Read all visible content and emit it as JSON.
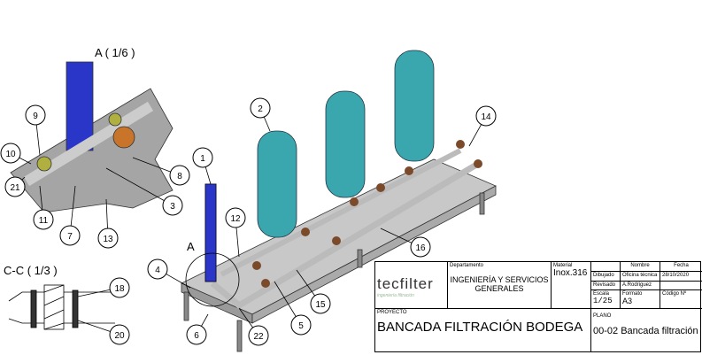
{
  "detail_a": {
    "title": "A ( 1/6 )",
    "balloons": [
      "9",
      "10",
      "8",
      "3",
      "13",
      "7",
      "11",
      "21"
    ]
  },
  "section_cc": {
    "title": "C-C ( 1/3 )",
    "balloons": [
      "18",
      "20"
    ]
  },
  "main_view": {
    "detail_marker": "A",
    "balloons": [
      "1",
      "2",
      "14",
      "12",
      "16",
      "15",
      "5",
      "22",
      "6",
      "4"
    ]
  },
  "colors": {
    "tanks": "#3aa6ad",
    "column": "#2a36c8",
    "frame": "#b8b8b8",
    "valves": "#7a4a2a"
  },
  "title_block": {
    "logo": "tecfilter",
    "logo_tagline": "ingeniería filtración",
    "departamento_label": "Departamento",
    "departamento": "INGENIERÍA Y SERVICIOS GENERALES",
    "material_label": "Material",
    "material": "Inox.316",
    "nombre_label": "Nombre",
    "fecha_label": "Fecha",
    "dibujado_label": "Dibujado",
    "dibujado_nombre": "Oficina técnica",
    "dibujado_fecha": "28/10/2020",
    "revisado_label": "Revisado",
    "revisado_nombre": "A.Rodriguez",
    "escala_label": "Escala",
    "escala": "1/25",
    "formato_label": "Formato",
    "formato": "A3",
    "codigo_label": "Código Nº",
    "proyecto_label": "PROYECTO",
    "proyecto": "BANCADA FILTRACIÓN BODEGA",
    "plano_label": "PLANO",
    "plano": "00-02 Bancada filtración"
  }
}
